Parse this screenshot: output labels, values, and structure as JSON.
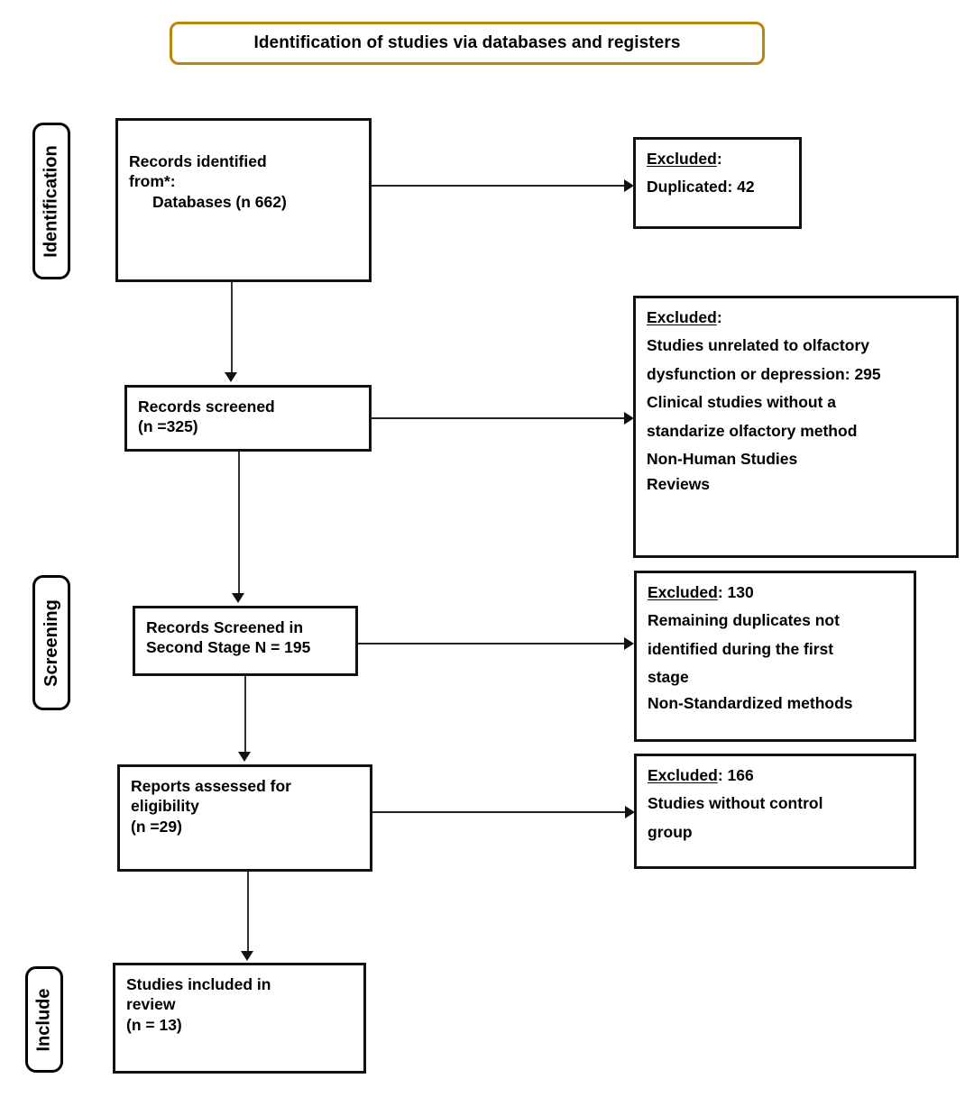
{
  "banner": {
    "title": "Identification of studies via databases and registers",
    "border_color": "#b8860b"
  },
  "stages": [
    {
      "id": "identification",
      "label": "Identification"
    },
    {
      "id": "screening",
      "label": "Screening"
    },
    {
      "id": "include",
      "label": "Include"
    }
  ],
  "flow": {
    "identified": {
      "line1": "Records identified",
      "line2": "from*:",
      "line3": "Databases (n 662)"
    },
    "screened": {
      "line1": "Records screened",
      "line2": "(n =325)"
    },
    "second_stage": {
      "line1": "Records Screened in",
      "line2": "Second Stage N = 195"
    },
    "eligibility": {
      "line1": "Reports assessed for",
      "line2": "eligibility",
      "line3": "(n =29)"
    },
    "included": {
      "line1": "Studies included in",
      "line2": "review",
      "line3": "(n = 13)"
    }
  },
  "excluded": {
    "duplicates": {
      "heading_underlined": "Excluded",
      "heading_suffix": ":",
      "line1": "Duplicated: 42"
    },
    "screening_main": {
      "heading_underlined": "Excluded",
      "heading_suffix": ":",
      "line1": "Studies unrelated to olfactory",
      "line2": "dysfunction or depression: 295",
      "line3": "Clinical studies without a",
      "line4": "standarize olfactory method",
      "line5": "Non-Human Studies",
      "line6": "Reviews"
    },
    "second_stage": {
      "heading_underlined": "Excluded",
      "heading_suffix": ": 130",
      "line1": "Remaining duplicates not",
      "line2": "identified during the first",
      "line3": "stage",
      "line4": "Non-Standardized methods"
    },
    "eligibility": {
      "heading_underlined": "Excluded",
      "heading_suffix": ": 166",
      "line1": "Studies without control",
      "line2": "group"
    }
  }
}
